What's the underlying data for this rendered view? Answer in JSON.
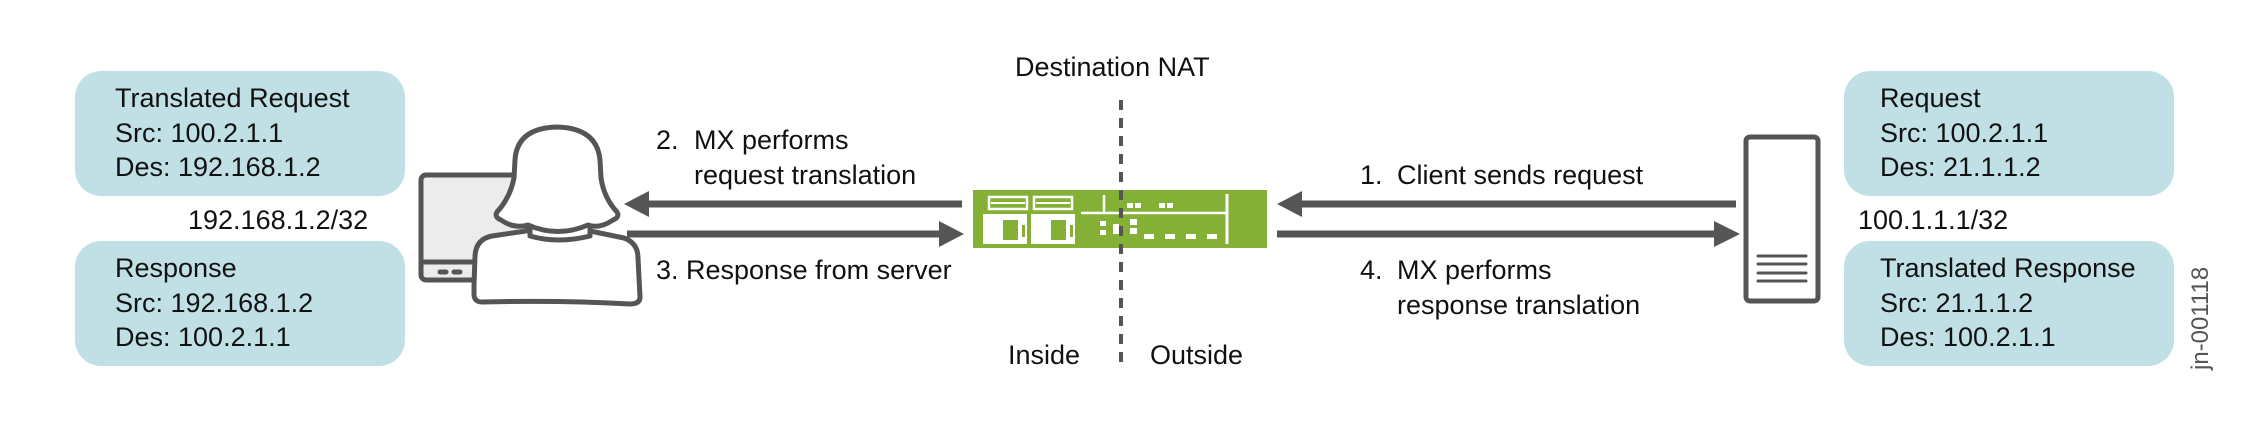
{
  "title": "Destination NAT",
  "colors": {
    "box_fill": "#c0e0e5",
    "router_green": "#84b135",
    "stroke_gray": "#555555",
    "monitor_fill": "#ececec"
  },
  "zones": {
    "inside": "Inside",
    "outside": "Outside"
  },
  "left": {
    "top_box": {
      "heading": "Translated Request",
      "src": "Src: 100.2.1.1",
      "des": "Des: 192.168.1.2"
    },
    "address": "192.168.1.2/32",
    "bottom_box": {
      "heading": "Response",
      "src": "Src: 192.168.1.2",
      "des": "Des: 100.2.1.1"
    },
    "icon": "user-at-computer-icon"
  },
  "right": {
    "top_box": {
      "heading": "Request",
      "src": "Src: 100.2.1.1",
      "des": "Des: 21.1.1.2"
    },
    "address": "100.1.1.1/32",
    "bottom_box": {
      "heading": "Translated Response",
      "src": "Src: 21.1.1.2",
      "des": "Des: 100.2.1.1"
    },
    "icon": "server-icon"
  },
  "router": {
    "icon": "mx-router-icon"
  },
  "steps": {
    "step1": {
      "num": "1.",
      "line1": "Client sends request"
    },
    "step2": {
      "num": "2.",
      "line1": "MX performs",
      "line2": "request translation"
    },
    "step3": {
      "num": "3.",
      "line1": "Response from server"
    },
    "step4": {
      "num": "4.",
      "line1": "MX performs",
      "line2": "response translation"
    }
  },
  "figure_id": "jn-001118"
}
